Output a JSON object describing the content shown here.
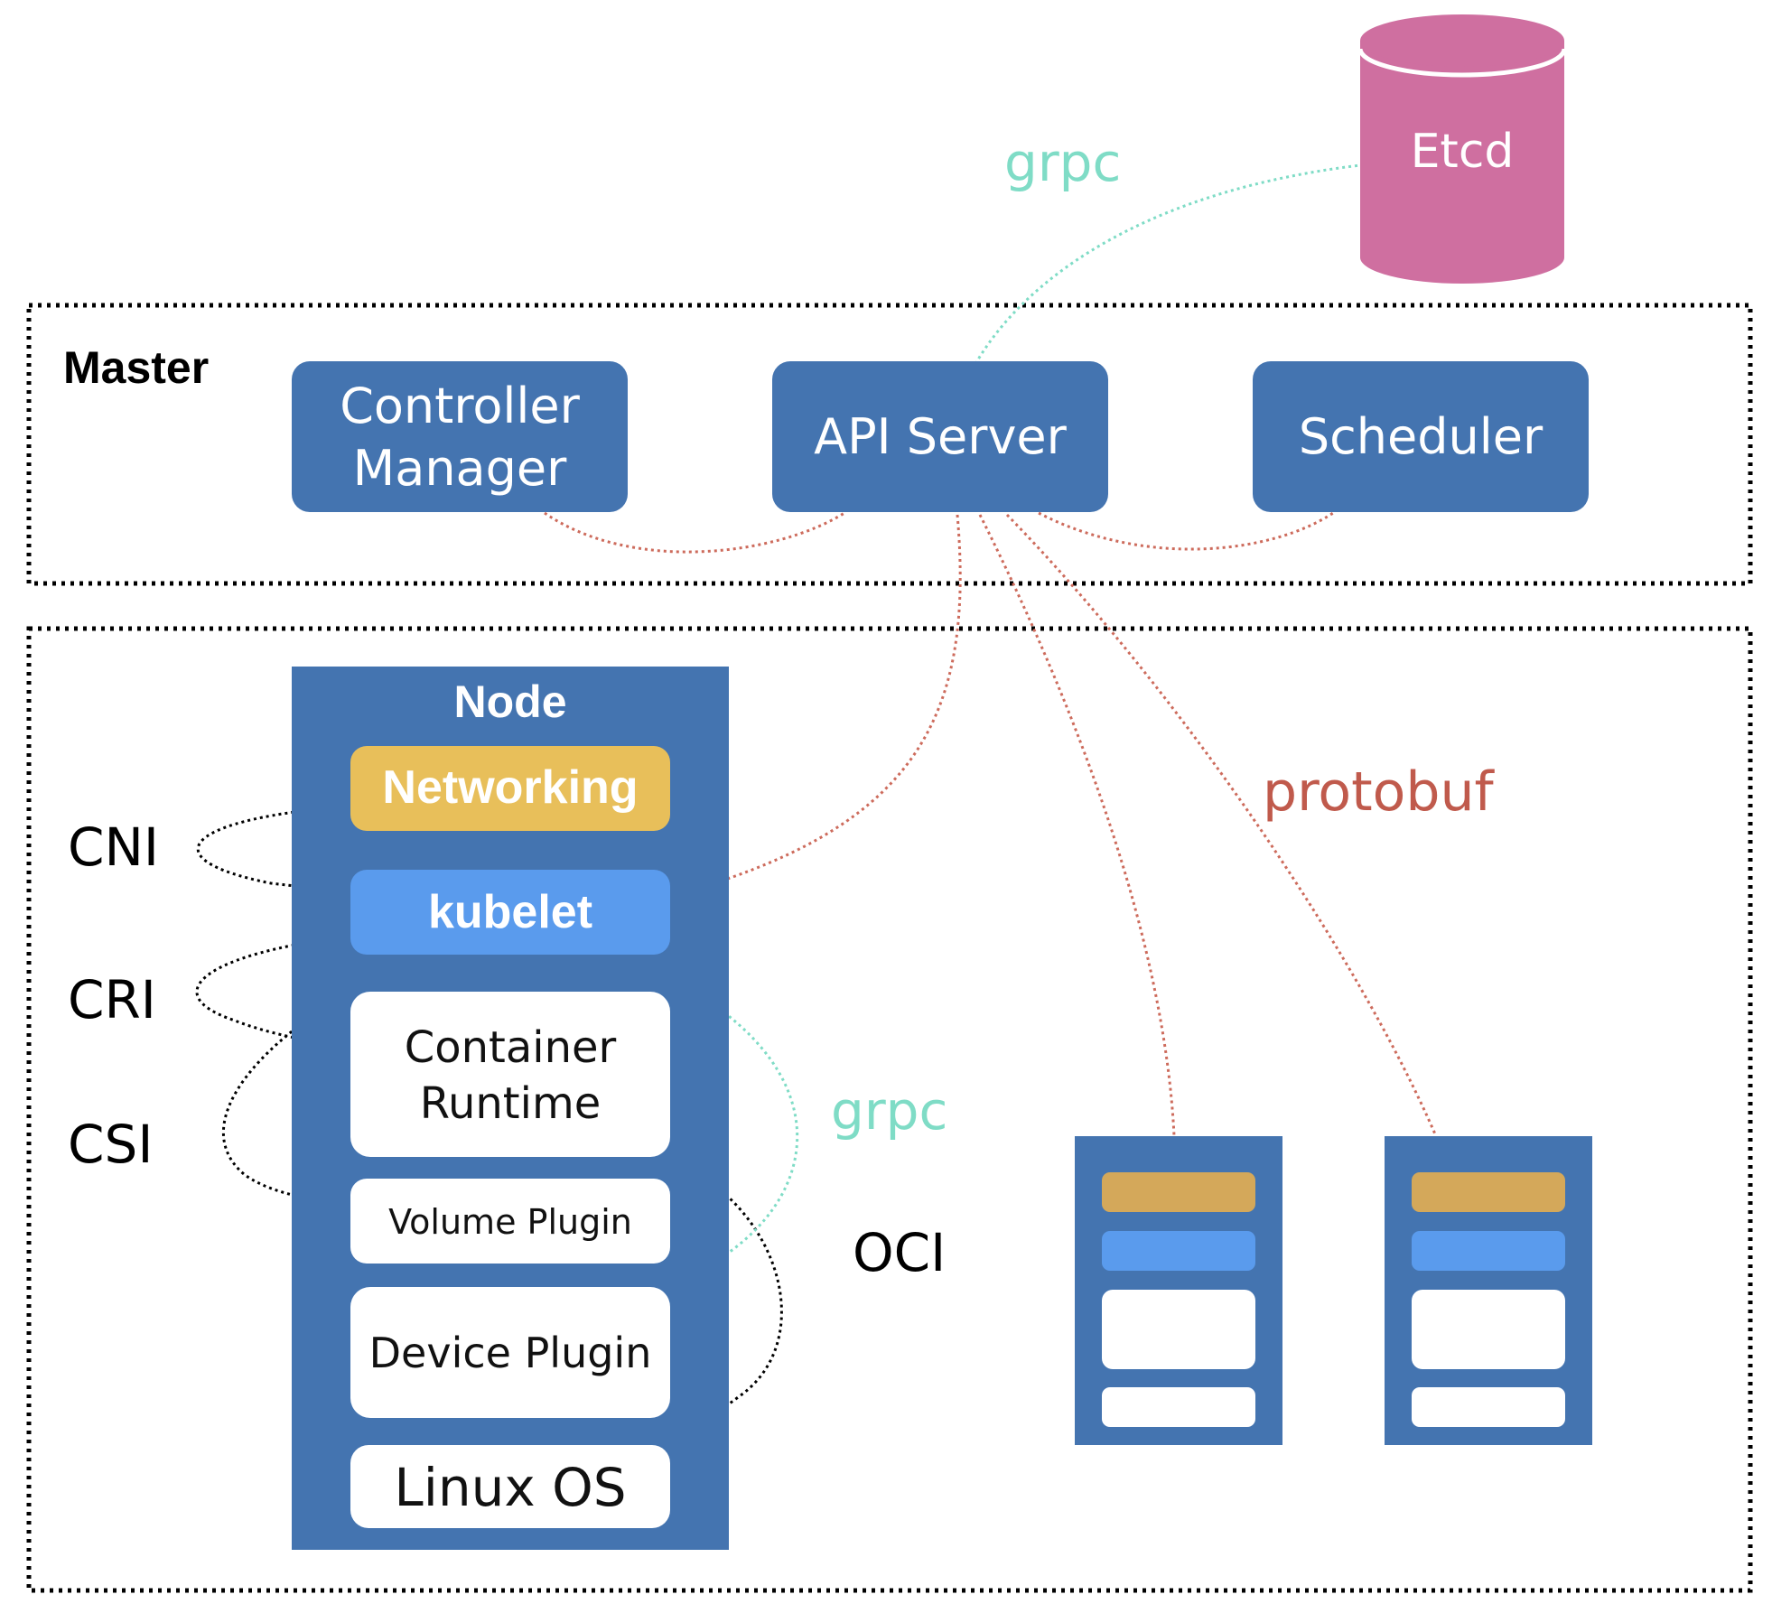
{
  "colors": {
    "blue": "#4474b0",
    "light_blue": "#5a9bed",
    "gold": "#e8bf5a",
    "gold_small": "#d4a85a",
    "etcd_pink": "#cf6fa0",
    "grpc_teal": "#7fdcc6",
    "protobuf_red": "#c05a4c",
    "link_red": "#cd6b5c",
    "black": "#000000",
    "white": "#ffffff"
  },
  "etcd": {
    "label": "Etcd"
  },
  "master": {
    "label": "Master",
    "controller_manager": {
      "line1": "Controller",
      "line2": "Manager"
    },
    "api_server": "API Server",
    "scheduler": "Scheduler"
  },
  "node": {
    "title": "Node",
    "networking": "Networking",
    "kubelet": "kubelet",
    "container_runtime": {
      "line1": "Container",
      "line2": "Runtime"
    },
    "volume_plugin": "Volume Plugin",
    "device_plugin": "Device Plugin",
    "linux_os": "Linux OS"
  },
  "interfaces": {
    "cni": "CNI",
    "cri": "CRI",
    "csi": "CSI",
    "oci": "OCI"
  },
  "protocols": {
    "grpc_top": "grpc",
    "grpc_node": "grpc",
    "protobuf": "protobuf"
  }
}
